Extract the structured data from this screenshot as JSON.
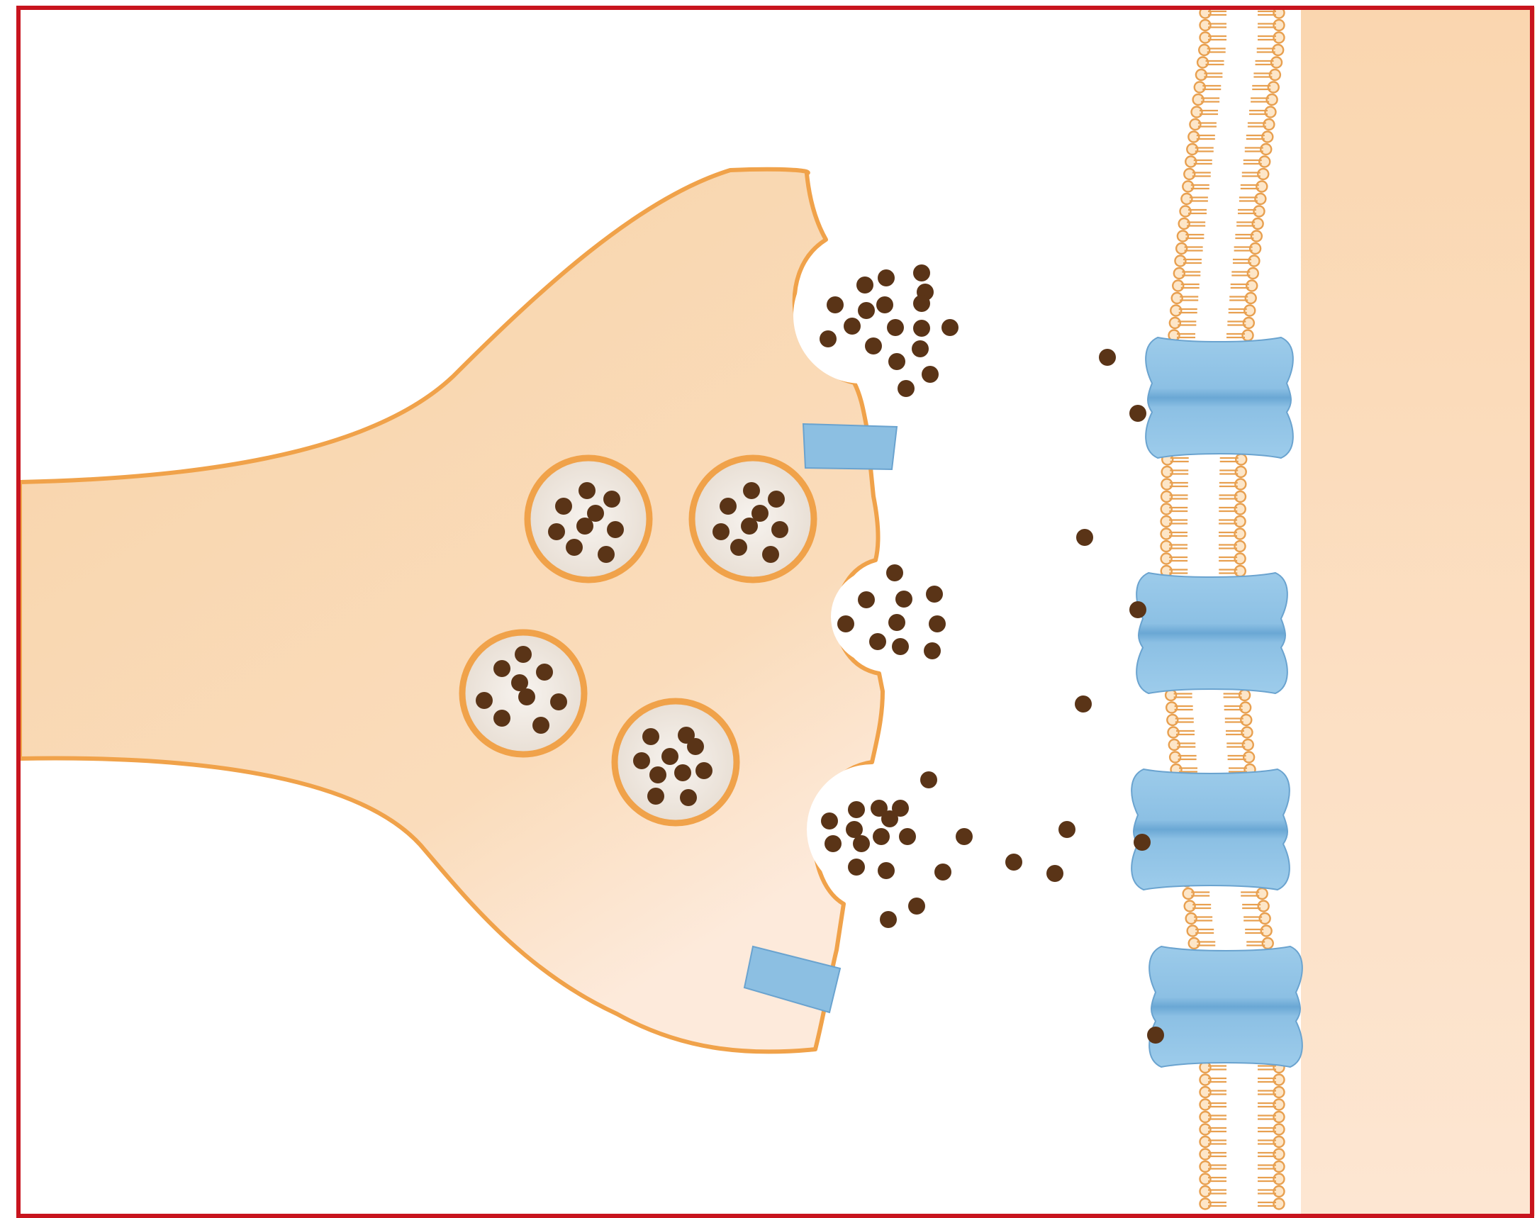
{
  "diagram": {
    "kind": "chemical synapse illustration",
    "labels": [],
    "colors": {
      "frame": "#c8141e",
      "cytoplasm": "#f9d6ad",
      "membrane_outline": "#f0a24a",
      "vesicle_fill": "#f1ece6",
      "neurotransmitter": "#5a3417",
      "receptor": "#8fc2e4",
      "receptor_dark": "#6aa9d6",
      "calcium_channel": "#8cbfe2",
      "postsynaptic_cytoplasm": "#fbdcbb"
    },
    "counts": {
      "intact_vesicles": 4,
      "fusing_vesicles": 3,
      "presynaptic_channels": 2,
      "postsynaptic_receptors": 4
    }
  }
}
